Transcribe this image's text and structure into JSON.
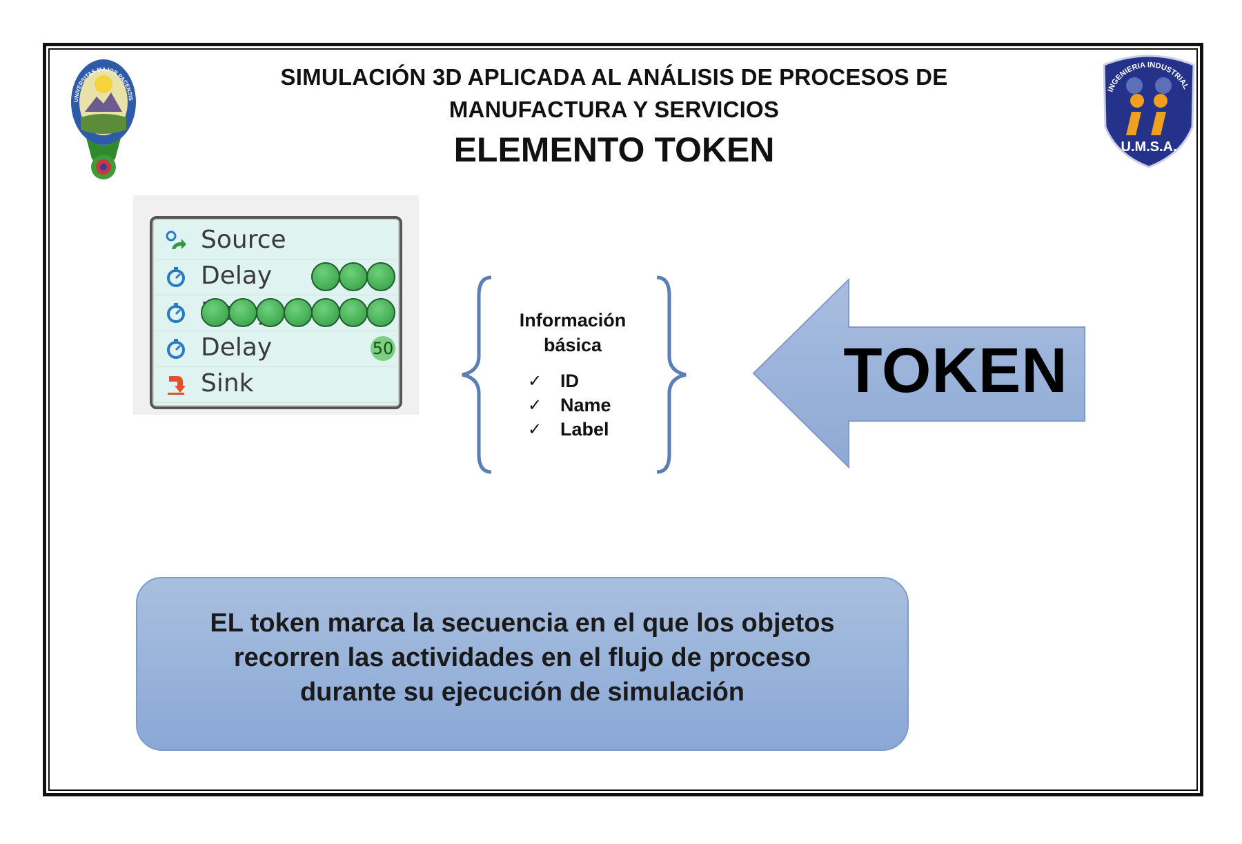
{
  "header": {
    "title_line_1": "SIMULACIÓN 3D APLICADA AL ANÁLISIS DE PROCESOS DE",
    "title_line_2": "MANUFACTURA Y SERVICIOS",
    "subtitle": "ELEMENTO TOKEN"
  },
  "logos": {
    "left": {
      "ring_text": "UNIVERSITAS MAJOR PACENSIS DIVI ANDREAE"
    },
    "right": {
      "ring_text": "INGENIERIA INDUSTRIAL",
      "caption": "U.M.S.A."
    }
  },
  "flow_diagram": {
    "rows": [
      {
        "label": "Source",
        "icon": "source-icon",
        "tokens": 0
      },
      {
        "label": "Delay",
        "icon": "stopwatch-icon",
        "tokens": 3
      },
      {
        "label": "Delay",
        "icon": "stopwatch-icon",
        "tokens": 7
      },
      {
        "label": "Delay",
        "icon": "stopwatch-icon",
        "tokens": 0,
        "count": "50"
      },
      {
        "label": "Sink",
        "icon": "sink-icon",
        "tokens": 0
      }
    ],
    "colors": {
      "token": "#3fae52",
      "panel": "#dff3f1"
    }
  },
  "info": {
    "title_line_1": "Información",
    "title_line_2": "básica",
    "items": [
      "ID",
      "Name",
      "Label"
    ],
    "check_symbol": "✓"
  },
  "arrow": {
    "label": "TOKEN",
    "color": "#9db5da"
  },
  "note": {
    "line_1": "EL token marca la secuencia en el que los objetos",
    "line_2": "recorren las actividades en el flujo de proceso",
    "line_3": "durante su ejecución de simulación"
  }
}
